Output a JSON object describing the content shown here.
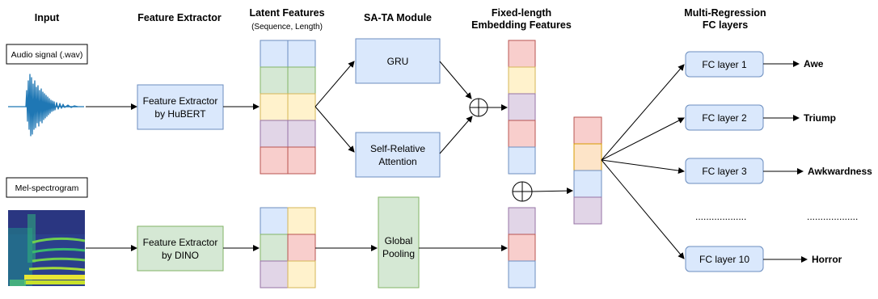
{
  "headers": {
    "input": "Input",
    "feature_extractor": "Feature Extractor",
    "latent": "Latent Features",
    "latent_sub": "(Sequence, Length)",
    "sata": "SA-TA Module",
    "fixed_line1": "Fixed-length",
    "fixed_line2": "Embedding Features",
    "mr_line1": "Multi-Regression",
    "mr_line2": "FC layers"
  },
  "inputs": {
    "audio_label": "Audio signal (.wav)",
    "mel_label": "Mel-spectrogram"
  },
  "extractors": {
    "hubert_line1": "Feature Extractor",
    "hubert_line2": "by HuBERT",
    "dino_line1": "Feature Extractor",
    "dino_line2": "by DINO"
  },
  "modules": {
    "gru": "GRU",
    "attention_line1": "Self-Relative",
    "attention_line2": "Attention",
    "pooling_line1": "Global",
    "pooling_line2": "Pooling"
  },
  "fc_layers": [
    {
      "label": "FC layer 1",
      "output": "Awe"
    },
    {
      "label": "FC layer 2",
      "output": "Triump"
    },
    {
      "label": "FC layer 3",
      "output": "Awkwardness"
    },
    {
      "label": "FC layer 10",
      "output": "Horror"
    }
  ],
  "ellipsis": "...................",
  "colors": {
    "blue_fill": "#dae8fc",
    "blue_stroke": "#6c8ebf",
    "green_fill": "#d5e8d4",
    "green_stroke": "#82b366",
    "yellow_fill": "#fff2cc",
    "yellow_stroke": "#d6b656",
    "purple_fill": "#e1d5e7",
    "purple_stroke": "#9673a6",
    "red_fill": "#f8cecc",
    "red_stroke": "#b85450",
    "waveform": "#1f77b4"
  }
}
